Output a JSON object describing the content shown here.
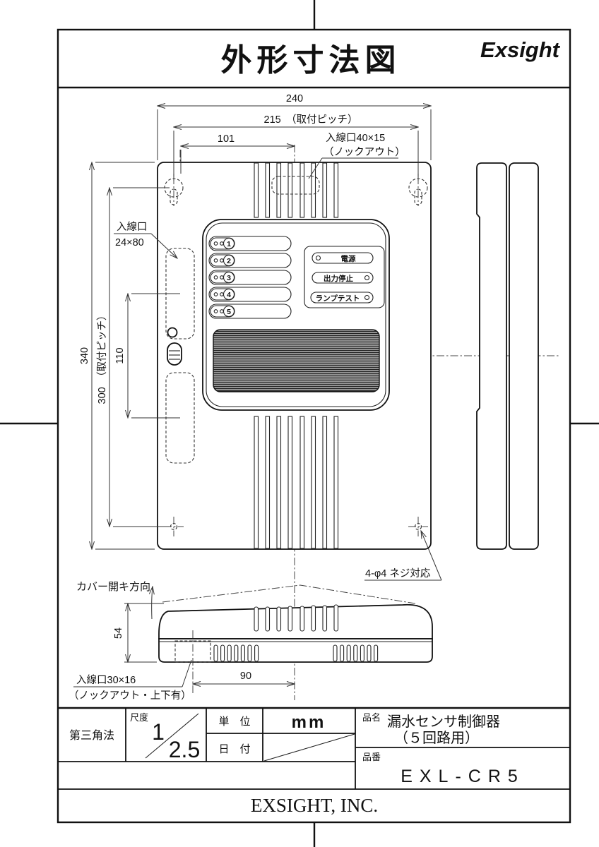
{
  "page": {
    "title": "外形寸法図",
    "logo": "Exsight"
  },
  "front_view": {
    "dims": {
      "width_total": "240",
      "mount_pitch_h": "215　（取付ピッチ）",
      "offset_left": "101",
      "height_total": "340",
      "mount_pitch_v": "300　（取付ピッチ）",
      "knockout_pitch": "110"
    },
    "labels": {
      "inlet_top_1": "入線口40×15",
      "inlet_top_2": "（ノックアウト）",
      "inlet_left_1": "入線口",
      "inlet_left_2": "24×80",
      "screw_note": "4-φ4 ネジ対応"
    },
    "panel": {
      "circuits": [
        "1",
        "2",
        "3",
        "4",
        "5"
      ],
      "buttons": [
        "電源",
        "出力停止",
        "ランプテスト"
      ]
    }
  },
  "bottom_view": {
    "labels": {
      "cover_direction": "カバー開キ方向",
      "inlet_1": "入線口30×16",
      "inlet_2": "（ノックアウト・上下有）"
    },
    "dims": {
      "depth": "54",
      "knockout_offset": "90"
    }
  },
  "title_block": {
    "projection": "第三角法",
    "scale_label": "尺度",
    "scale_numerator": "1",
    "scale_denominator": "2.5",
    "unit_label": "単　位",
    "unit_value": "mm",
    "date_label": "日　付",
    "name_label": "品名",
    "name_value_1": "漏水センサ制御器",
    "name_value_2": "（５回路用）",
    "part_label": "品番",
    "part_value": "EXL-CR5",
    "company": "EXSIGHT, INC."
  }
}
